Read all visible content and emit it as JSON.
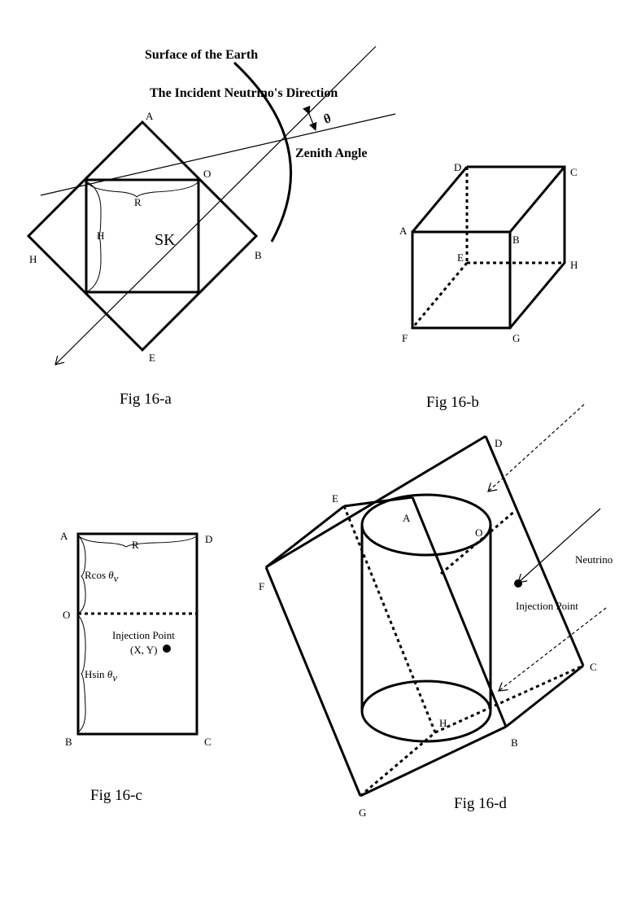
{
  "fig16a": {
    "caption": "Fig 16-a",
    "surface_label": "Surface of the Earth",
    "direction_label": "The Incident Neutrino's Direction",
    "zenith_label": "Zenith Angle",
    "theta_symbol": "θ",
    "detector_label": "SK",
    "vertices": {
      "A": "A",
      "O": "O",
      "H": "H",
      "B": "B",
      "E": "E"
    },
    "dim_R": "R",
    "dim_H": "H"
  },
  "fig16b": {
    "caption": "Fig 16-b",
    "vertices": {
      "A": "A",
      "B": "B",
      "C": "C",
      "D": "D",
      "E": "E",
      "F": "F",
      "G": "G",
      "H": "H"
    }
  },
  "fig16c": {
    "caption": "Fig 16-c",
    "vertices": {
      "A": "A",
      "D": "D",
      "O": "O",
      "B": "B",
      "C": "C"
    },
    "dim_R": "R",
    "rcos_prefix": "Rcos ",
    "hsin_prefix": "Hsin ",
    "theta_symbol": "θ",
    "nu_subscript": "ν",
    "injection_label": "Injection Point",
    "coords_label": "(X, Y)"
  },
  "fig16d": {
    "caption": "Fig 16-d",
    "neutrino_label": "Neutrino",
    "injection_label": "Injection Point",
    "vertices": {
      "A": "A",
      "B": "B",
      "C": "C",
      "D": "D",
      "E": "E",
      "F": "F",
      "G": "G",
      "H": "H",
      "O": "O"
    }
  }
}
